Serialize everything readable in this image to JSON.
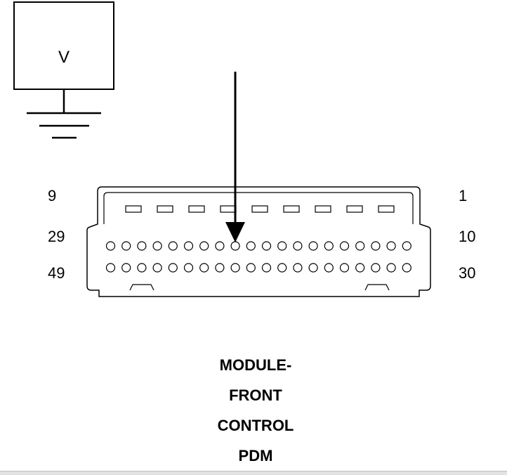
{
  "meter": {
    "label": "V"
  },
  "connector": {
    "pin_labels": {
      "top_left": "9",
      "top_right": "1",
      "mid_left": "29",
      "mid_right": "10",
      "bottom_left": "49",
      "bottom_right": "30"
    }
  },
  "title": {
    "lines": [
      "MODULE-",
      "FRONT",
      "CONTROL",
      "PDM"
    ]
  }
}
